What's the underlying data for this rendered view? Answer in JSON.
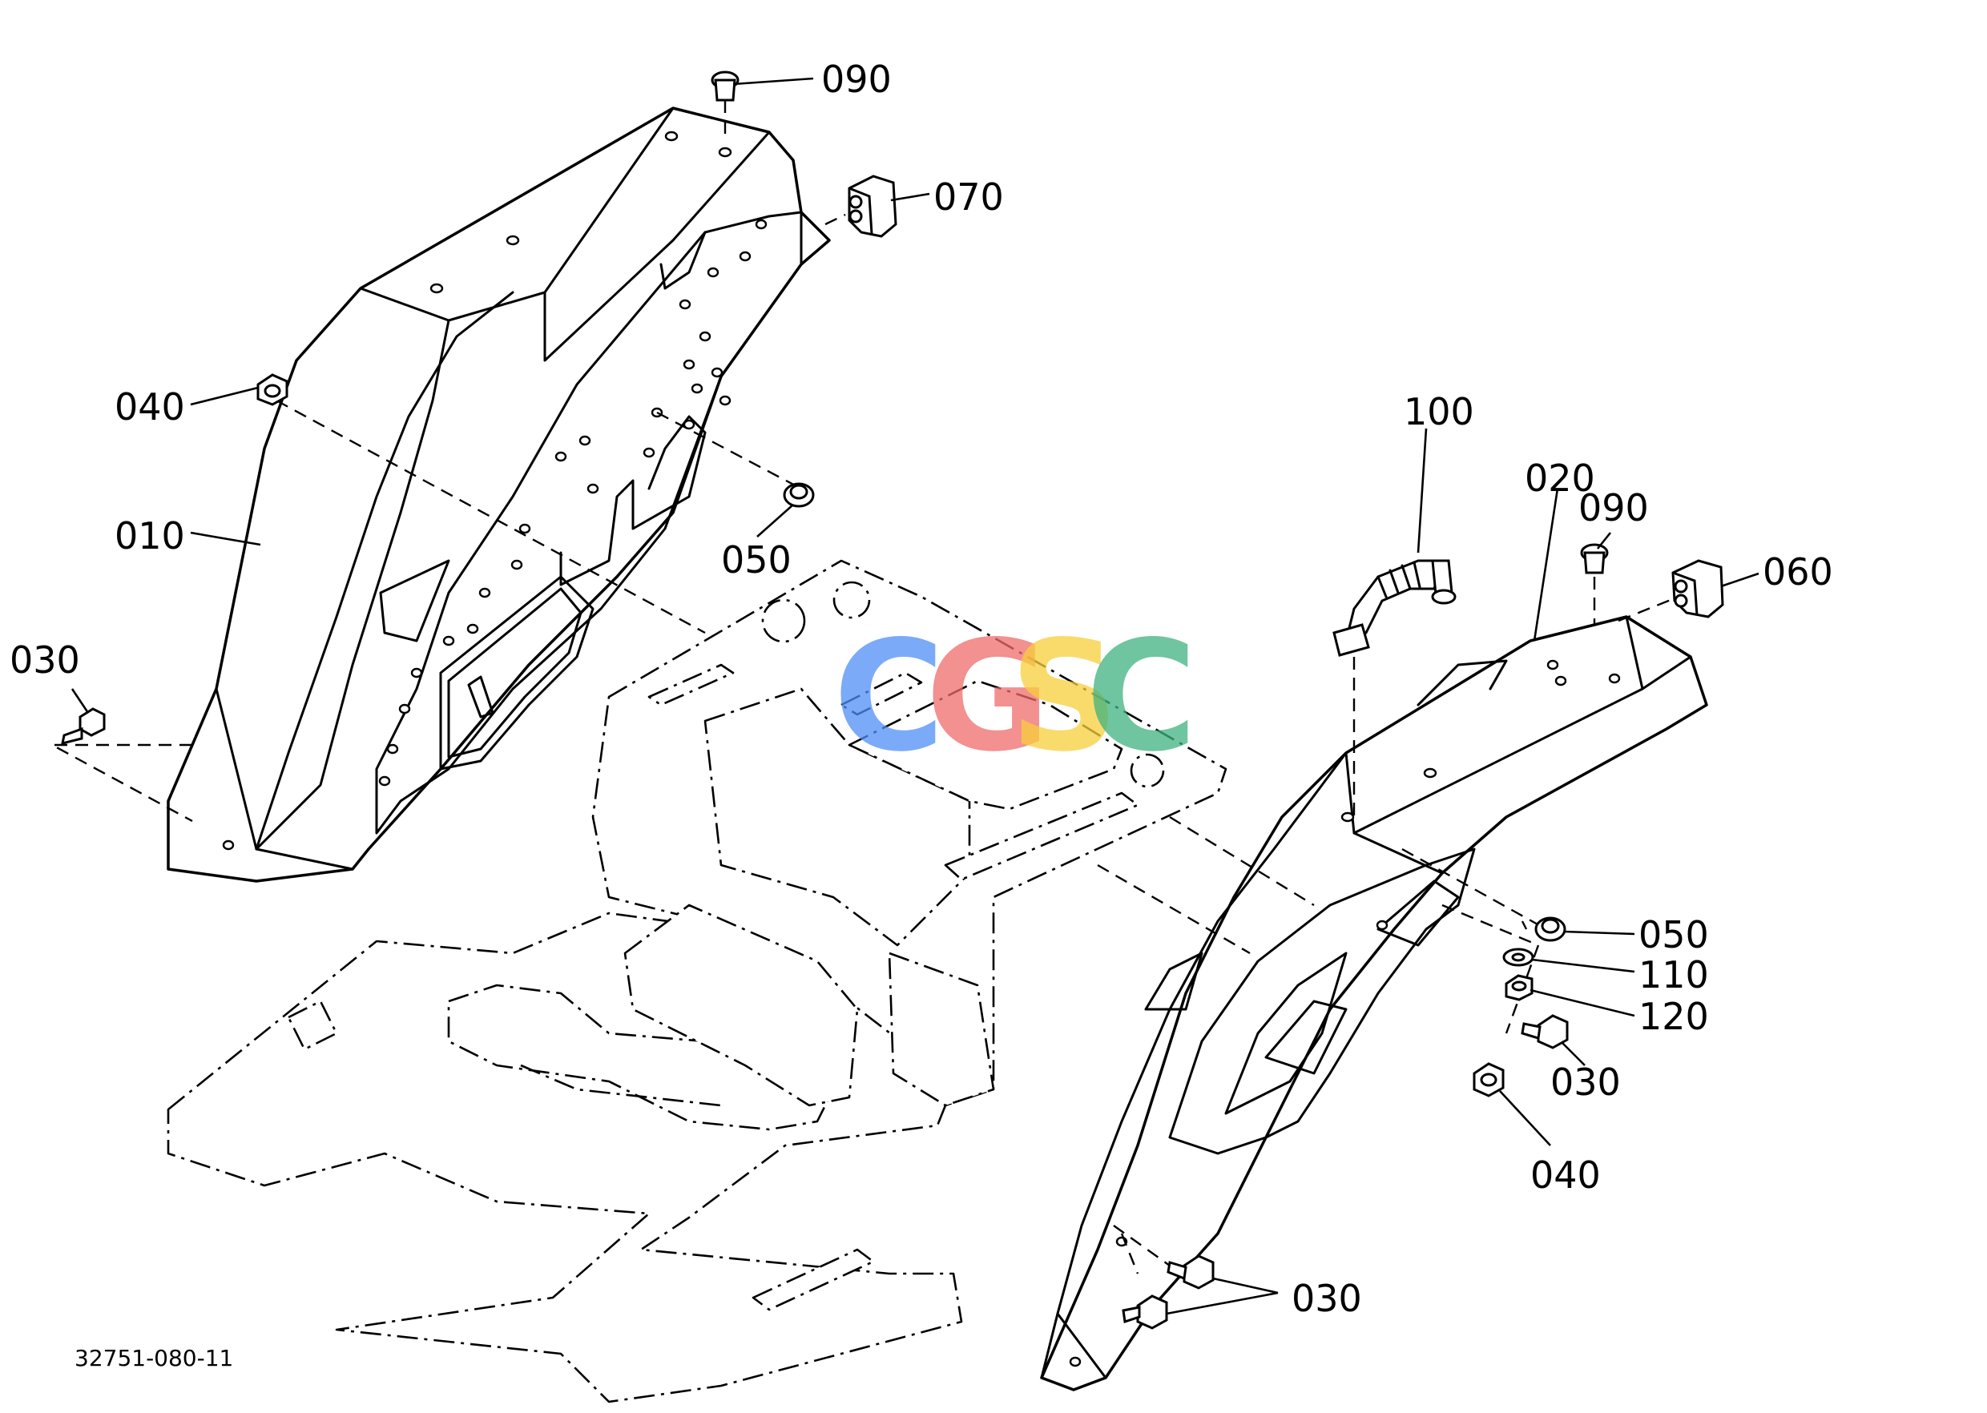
{
  "diagram": {
    "drawing_number": "32751-080-11",
    "callouts": [
      {
        "id": "c090-top",
        "label": "090"
      },
      {
        "id": "c070",
        "label": "070"
      },
      {
        "id": "c040-left",
        "label": "040"
      },
      {
        "id": "c010",
        "label": "010"
      },
      {
        "id": "c050-left",
        "label": "050"
      },
      {
        "id": "c030-left",
        "label": "030"
      },
      {
        "id": "c100",
        "label": "100"
      },
      {
        "id": "c020",
        "label": "020"
      },
      {
        "id": "c090-right",
        "label": "090"
      },
      {
        "id": "c060",
        "label": "060"
      },
      {
        "id": "c050-right",
        "label": "050"
      },
      {
        "id": "c110",
        "label": "110"
      },
      {
        "id": "c120",
        "label": "120"
      },
      {
        "id": "c030-right",
        "label": "030"
      },
      {
        "id": "c040-right",
        "label": "040"
      },
      {
        "id": "c030-bottom",
        "label": "030"
      }
    ],
    "watermark": {
      "letters": [
        "C",
        "G",
        "S",
        "C"
      ],
      "colors": [
        "#4f8ef7",
        "#f06b6b",
        "#f7cf3b",
        "#3fb27f"
      ]
    }
  }
}
